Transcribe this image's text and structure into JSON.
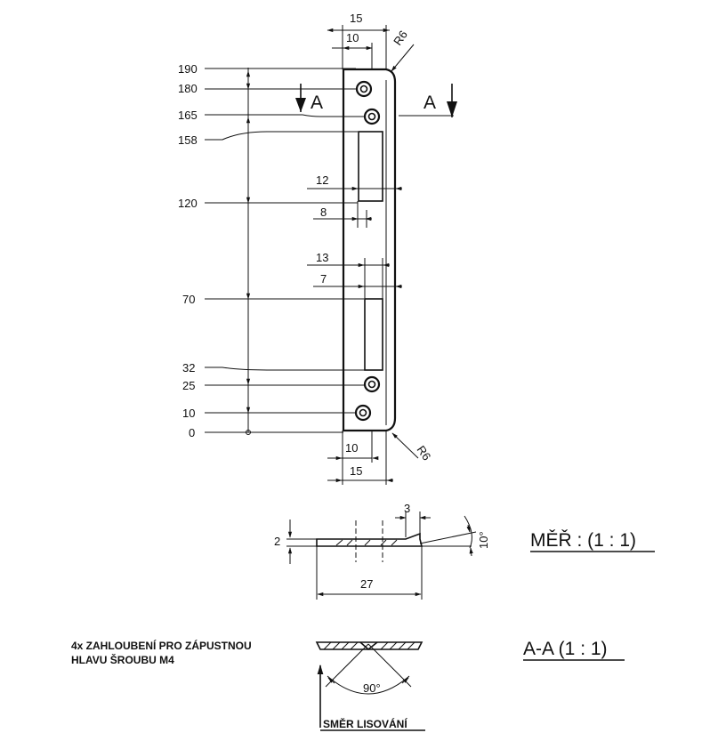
{
  "main_view": {
    "top_width_15": "15",
    "top_width_10": "10",
    "bottom_width_10": "10",
    "bottom_width_15": "15",
    "radius_top": "R6",
    "radius_bottom": "R6",
    "vertical_dims": [
      "190",
      "180",
      "165",
      "158",
      "120",
      "70",
      "32",
      "25",
      "10",
      "0"
    ],
    "dim_12": "12",
    "dim_8": "8",
    "dim_13": "13",
    "dim_7": "7",
    "section_mark_left": "A",
    "section_mark_right": "A"
  },
  "profile_view": {
    "dim_3": "3",
    "dim_2": "2",
    "angle_10": "10°",
    "dim_27": "27",
    "scale_title": "MĚŘ : (1 : 1)"
  },
  "section_view": {
    "note_line1": "4x ZAHLOUBENÍ PRO ZÁPUSTNOU",
    "note_line2": "HLAVU ŠROUBU  M4",
    "angle_90": "90°",
    "direction_label": "SMĚR LISOVÁNÍ",
    "section_title": "A-A (1 : 1)"
  }
}
